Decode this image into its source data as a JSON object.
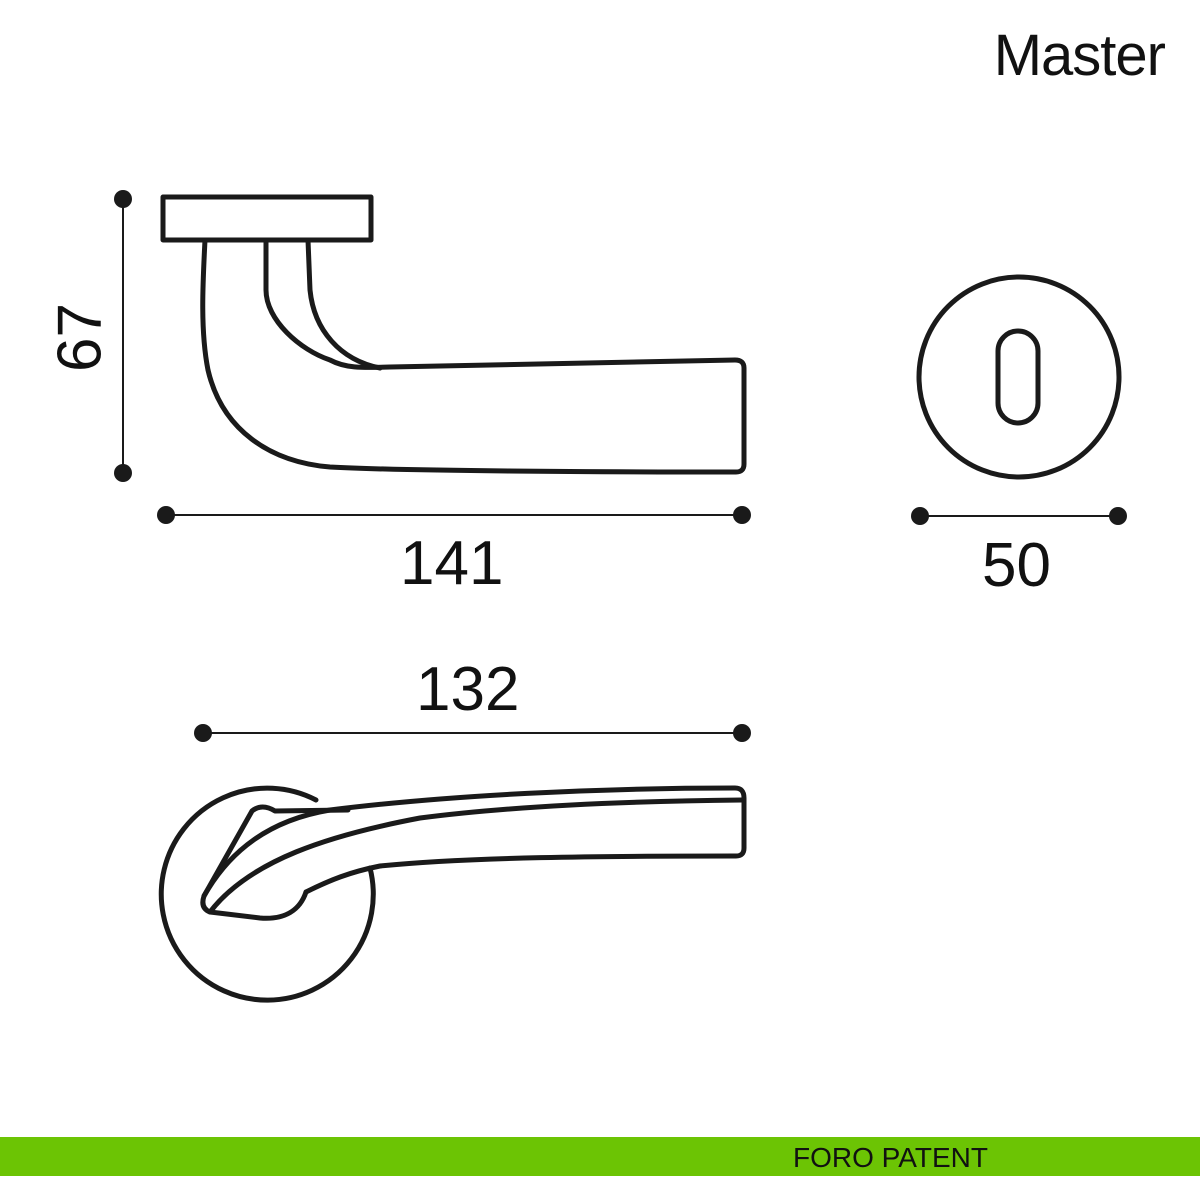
{
  "header": {
    "title": "Master"
  },
  "dimensions": {
    "handle_height": "67",
    "handle_length": "141",
    "rose_diameter": "50",
    "top_view_length": "132"
  },
  "footer": {
    "label": "FORO PATENT"
  },
  "colors": {
    "accent": "#6cc404",
    "line": "#1a1a1a"
  }
}
